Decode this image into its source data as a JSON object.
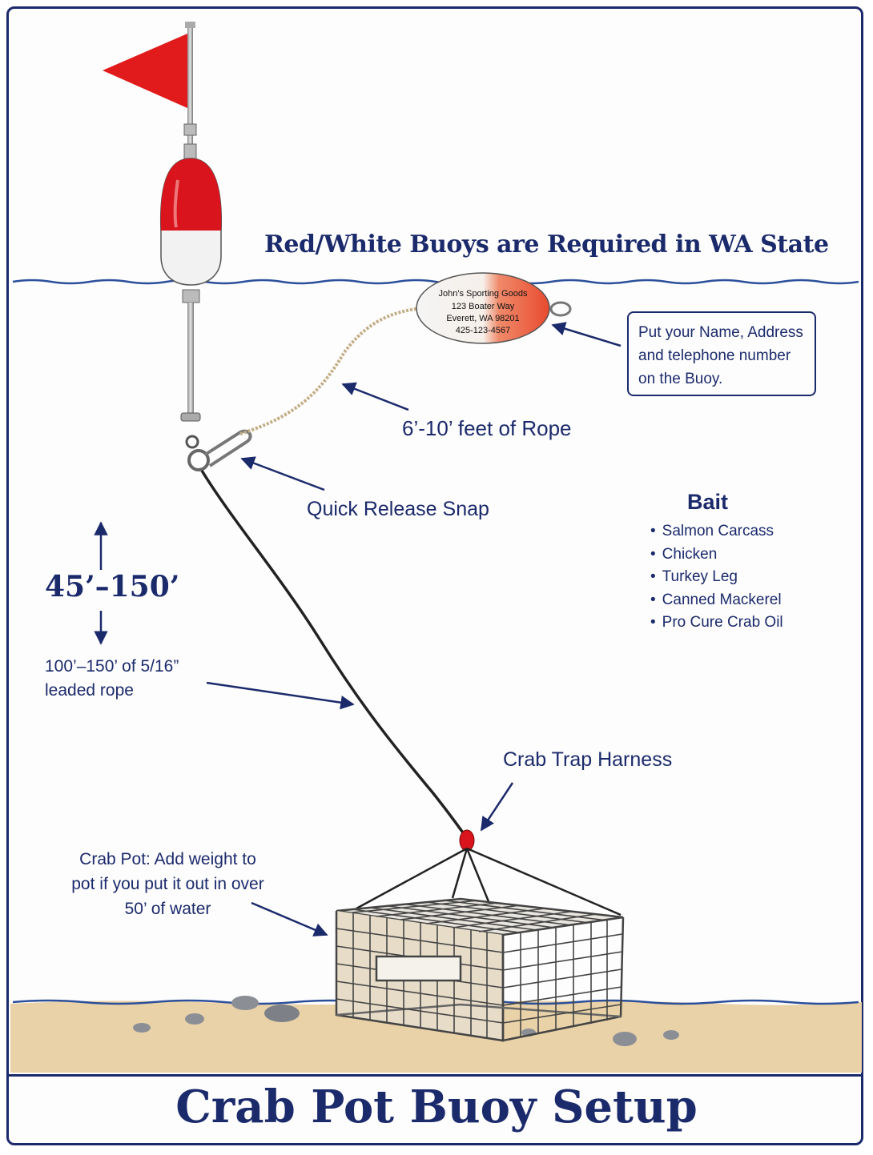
{
  "header_note": "Red/White Buoys are Required in WA State",
  "buoy_tag": {
    "line1": "John's Sporting Goods",
    "line2": "123 Boater Way",
    "line3": "Everett, WA 98201",
    "line4": "425-123-4567"
  },
  "tag_instruction": "Put  your Name, Address and telephone number on the Buoy.",
  "rope_length": "6’-10’ feet of Rope",
  "quick_release": "Quick Release Snap",
  "depth_range": "45’–150’",
  "leaded_rope": "100’–150’ of 5/16” leaded rope",
  "harness": "Crab Trap Harness",
  "crab_pot_note": "Crab Pot:  Add weight to pot if you put it out in over 50’ of water",
  "bait": {
    "title": "Bait",
    "items": [
      "Salmon Carcass",
      "Chicken",
      "Turkey Leg",
      "Canned Mackerel",
      "Pro Cure Crab Oil"
    ]
  },
  "title": "Crab Pot Buoy Setup",
  "colors": {
    "navy": "#1b2a6b",
    "flag_red": "#e11b1b",
    "buoy_red": "#d9141c",
    "sand": "#e9d2a8",
    "water_line": "#2b4f9b"
  }
}
